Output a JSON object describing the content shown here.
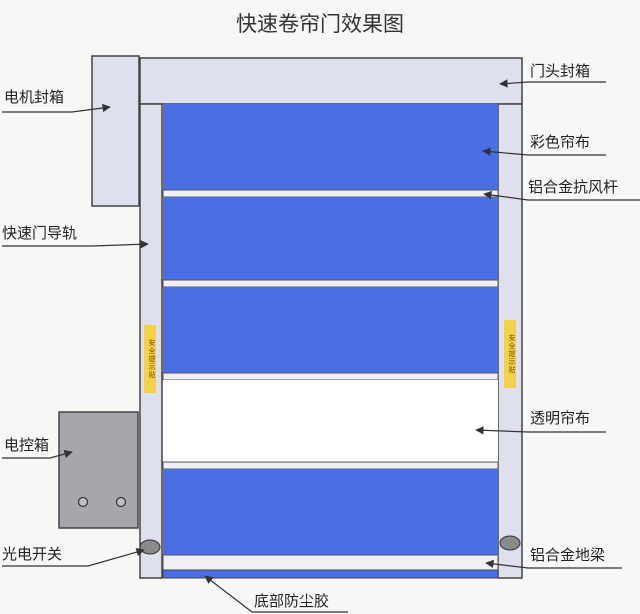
{
  "title": "快速卷帘门效果图",
  "labels": {
    "motor_box": "电机封箱",
    "head_box": "门头封箱",
    "colored_curtain": "彩色帘布",
    "wind_bar": "铝合金抗风杆",
    "guide_rail": "快速门导轨",
    "transparent_curtain": "透明帘布",
    "control_box": "电控箱",
    "photo_switch": "光电开关",
    "bottom_beam": "铝合金地梁",
    "dust_rubber": "底部防尘胶"
  },
  "warning_label": "安全提示贴",
  "colors": {
    "curtain_blue": "#4a6ee6",
    "frame_fill": "#dfe0ee",
    "frame_stroke": "#444444",
    "warning_yellow": "#f2d24a",
    "control_box": "#a6a6ac",
    "sensor": "#8a8a8a"
  }
}
